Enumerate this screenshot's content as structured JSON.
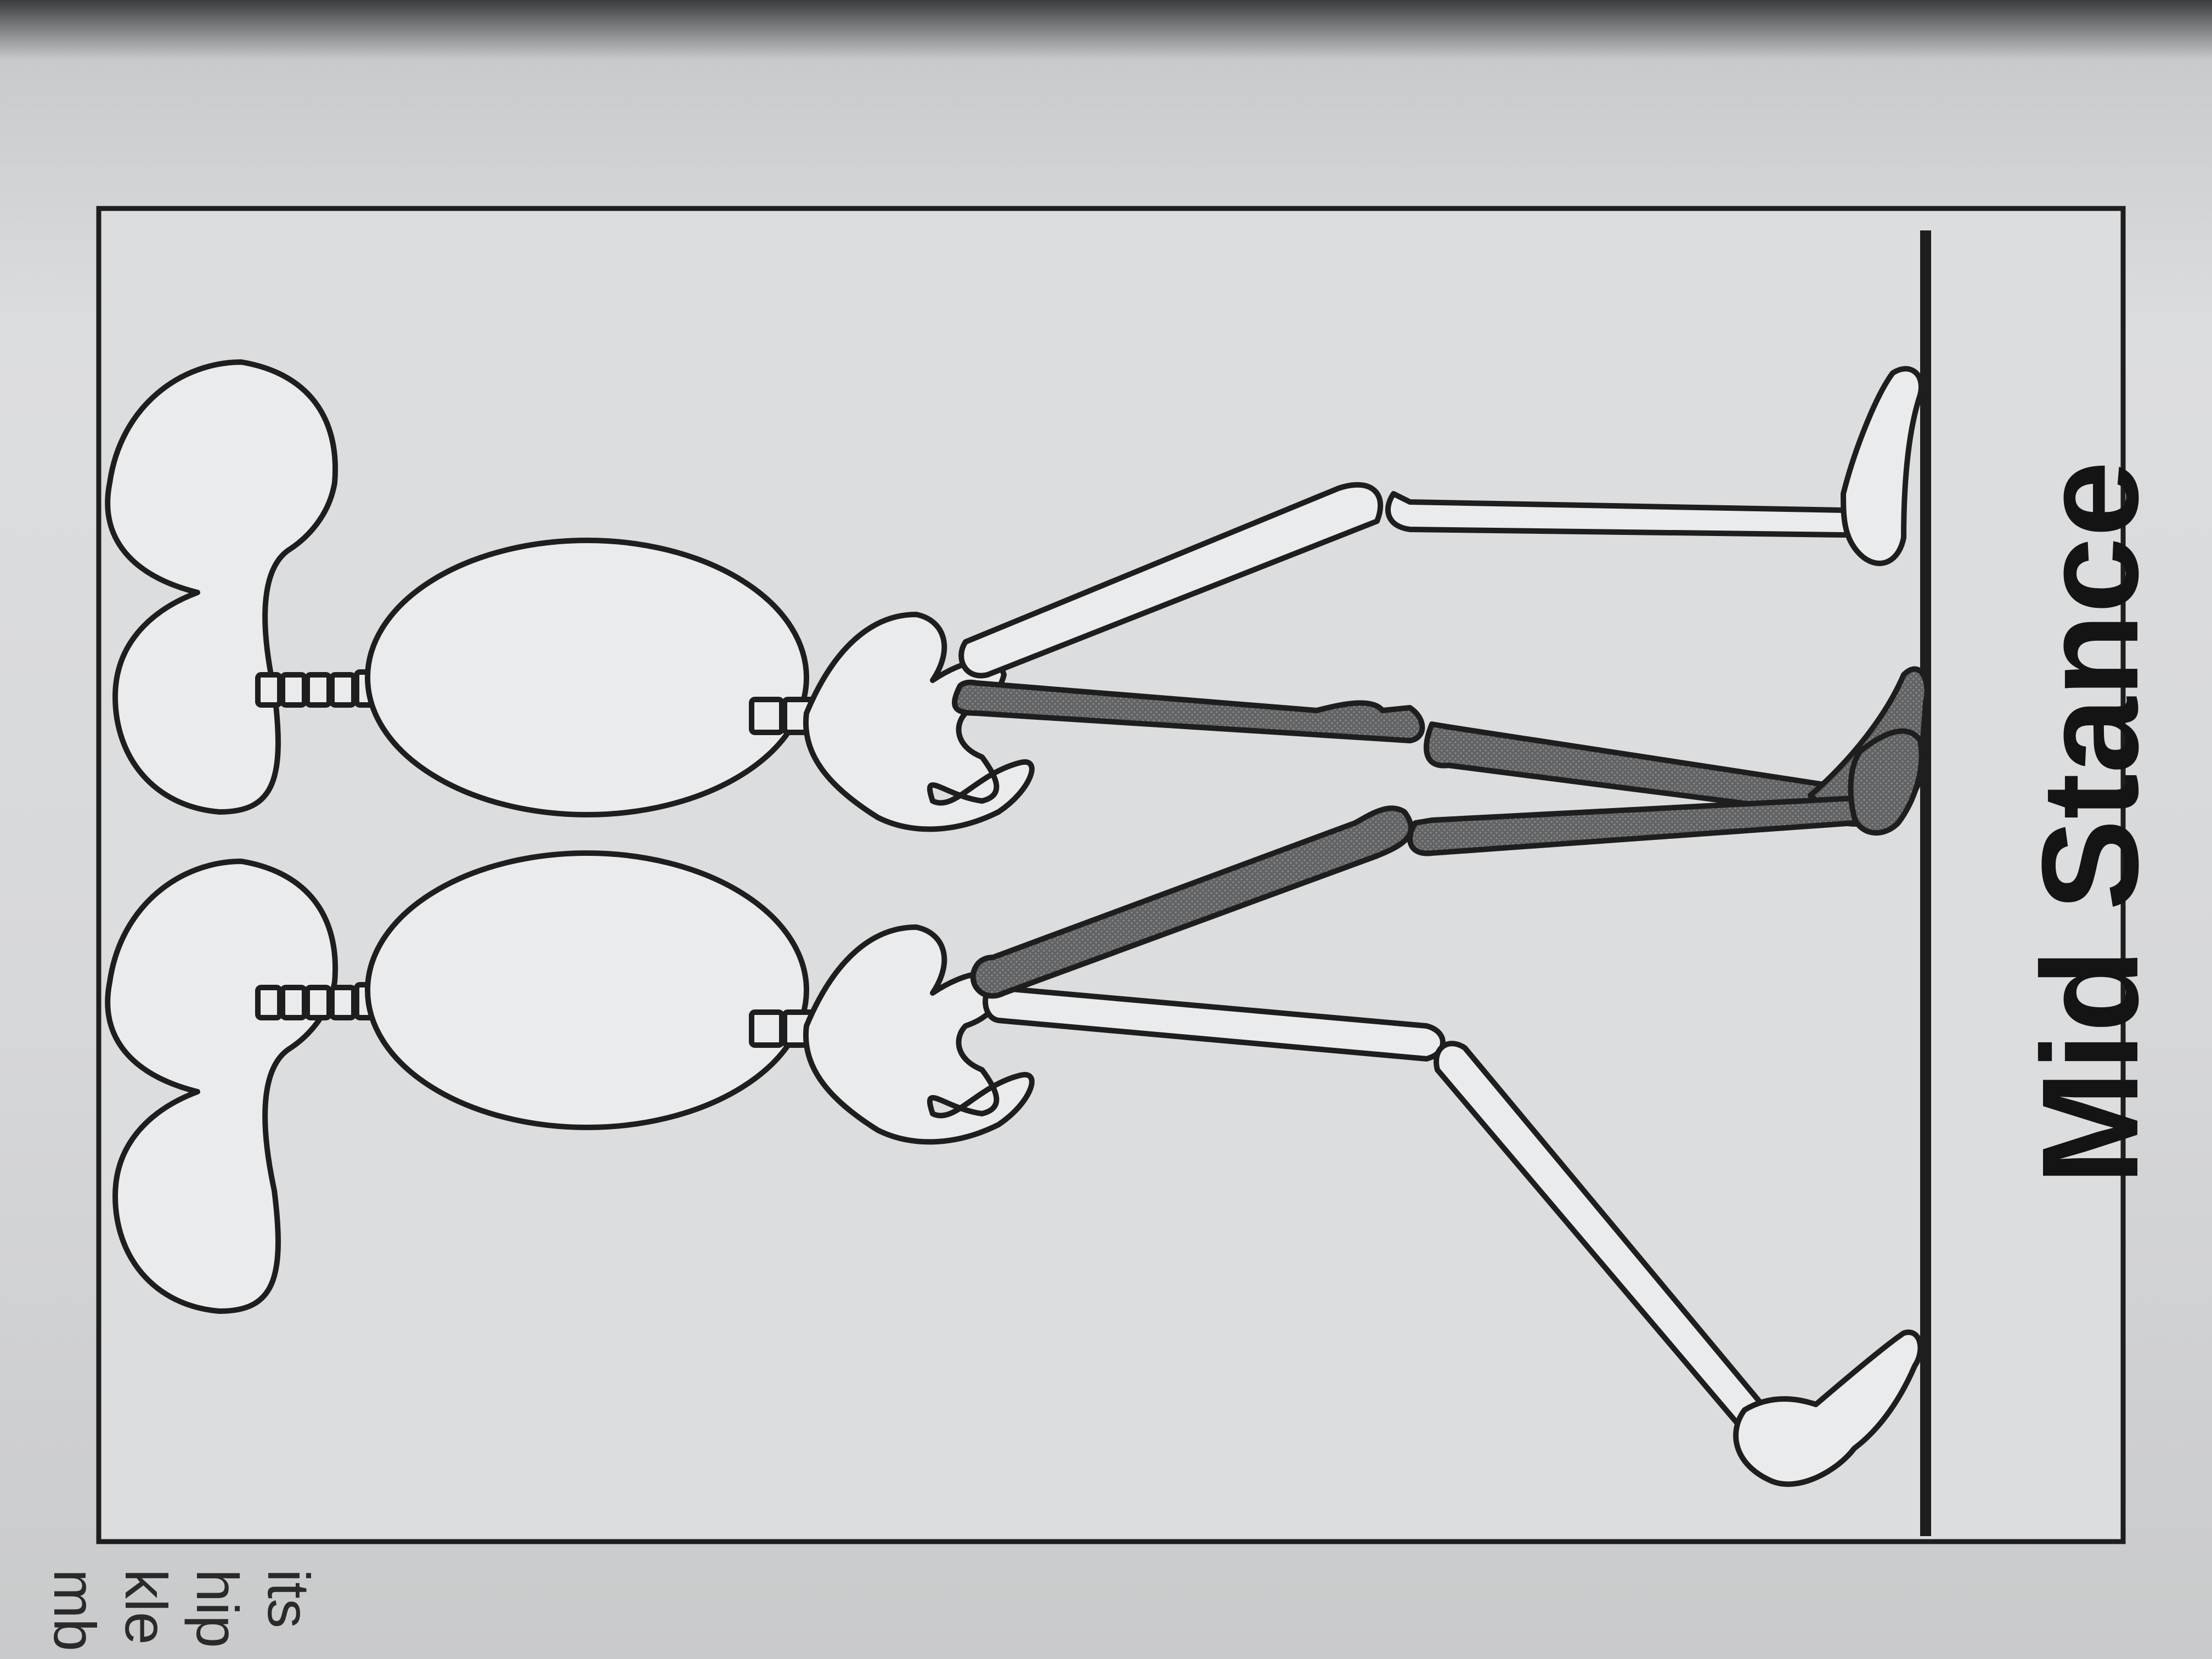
{
  "caption": "Mid Stance",
  "edge_text": [
    "mb",
    "kle",
    "hip",
    "its"
  ],
  "colors": {
    "paper": "#dcdddf",
    "ink": "#1e1e1e",
    "highlight": "#5d5e60",
    "bone_fill": "#eaebed"
  }
}
